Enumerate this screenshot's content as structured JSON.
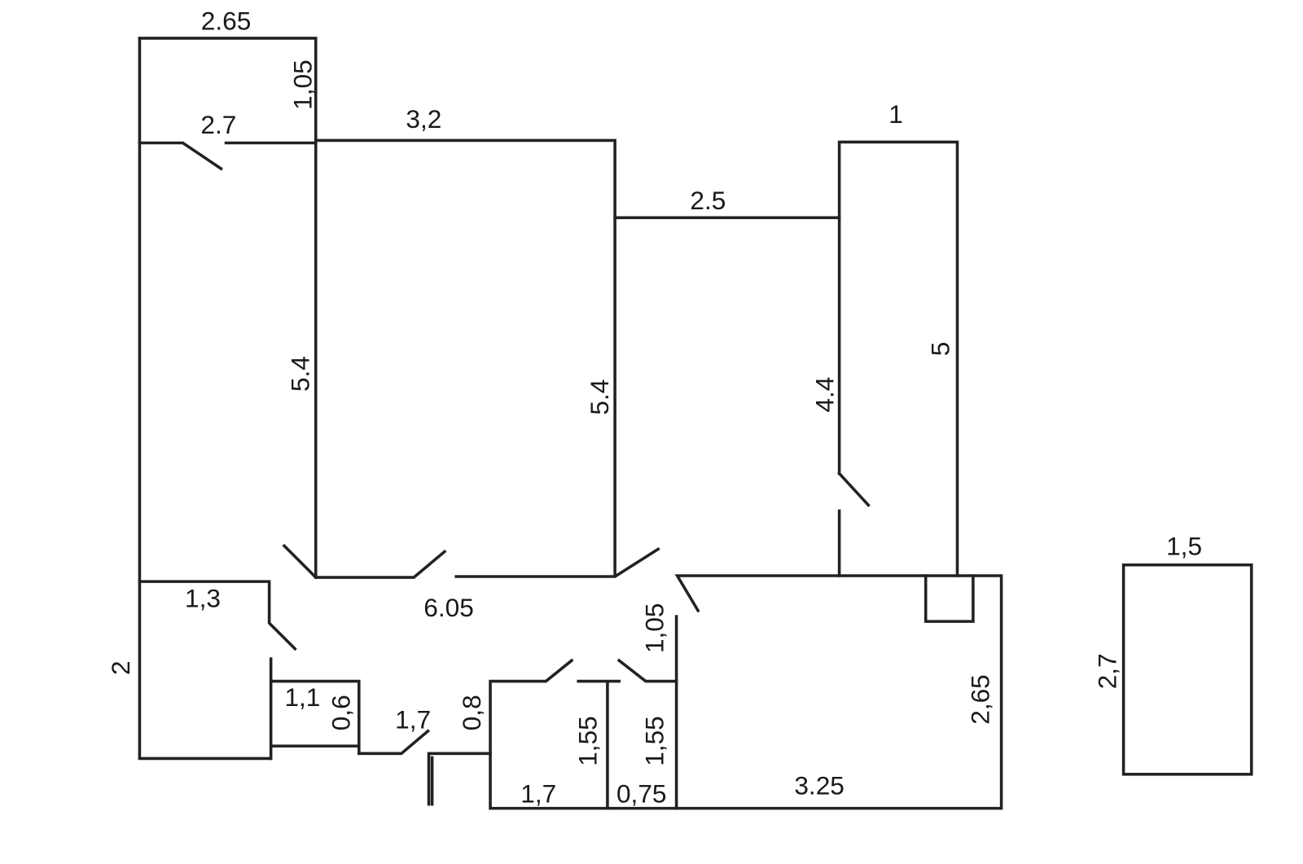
{
  "title": "Floor plan",
  "dimensions": {
    "top_left_width": "2.65",
    "top_left_height": "1,05",
    "corridor_top": "2.7",
    "room_a_width": "3,2",
    "room_a_left": "5.4",
    "room_a_right": "5.4",
    "room_b_top": "2.5",
    "room_b_side": "4.4",
    "room_c_width": "1",
    "room_c_height": "5",
    "hall_length": "6.05",
    "small_room_width": "1,3",
    "left_height": "2",
    "closet_width": "1,1",
    "closet_depth": "0,6",
    "passage": "1,7",
    "passage_depth": "0,8",
    "bath_width": "1,7",
    "bath_height": "1,55",
    "wc_height": "1,55",
    "wc_width": "0,75",
    "door_gap": "1,05",
    "kitchen_width": "3.25",
    "kitchen_height": "2,65",
    "balcony_width": "1,5",
    "balcony_height": "2,7"
  }
}
